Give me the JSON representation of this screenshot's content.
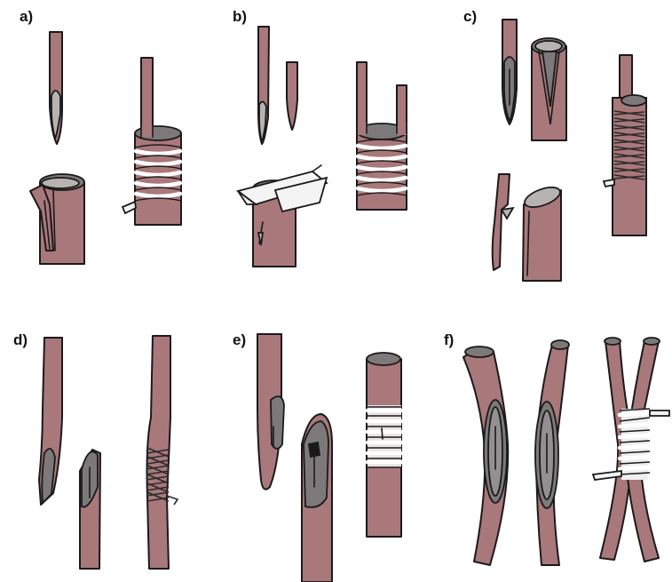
{
  "figure": {
    "panels": [
      {
        "id": "a",
        "label": "a)"
      },
      {
        "id": "b",
        "label": "b)"
      },
      {
        "id": "c",
        "label": "c)"
      },
      {
        "id": "d",
        "label": "d)"
      },
      {
        "id": "e",
        "label": "e)"
      },
      {
        "id": "f",
        "label": "f)"
      }
    ]
  },
  "colors": {
    "stem": "#a9787b",
    "cut": "#b7b3b1",
    "cut_dark": "#7d7879",
    "wrap": "#ffffff",
    "ink": "#1a1a1a"
  }
}
